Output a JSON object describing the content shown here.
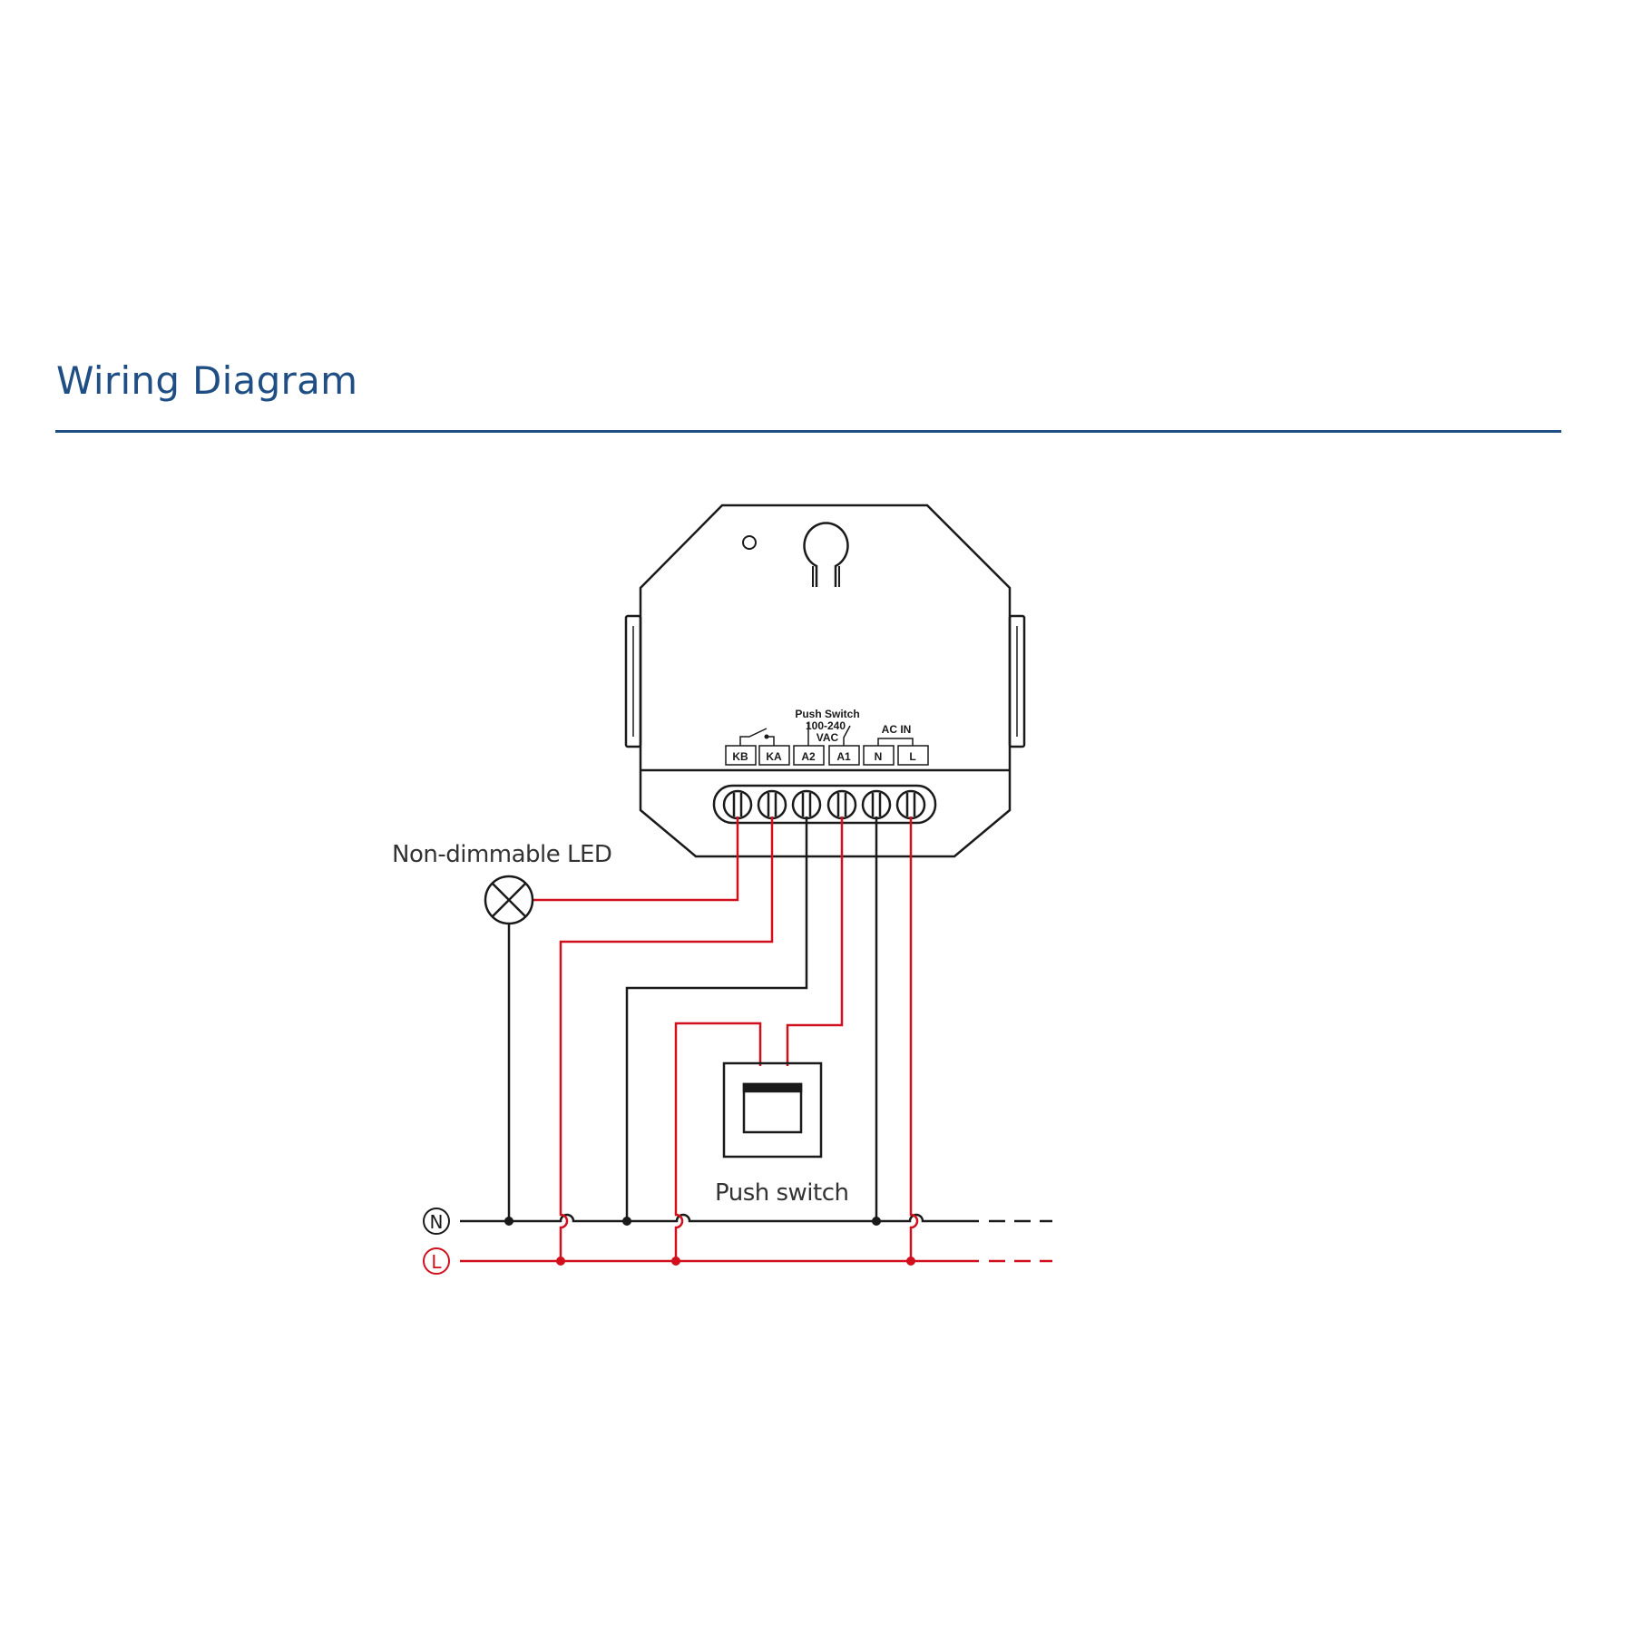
{
  "header": {
    "title": "Wiring Diagram"
  },
  "colors": {
    "title": "#1f4e84",
    "live_wire": "#d0101c",
    "neutral_wire": "#1a1a1a",
    "device_outline": "#1a1a1a"
  },
  "device": {
    "terminals": [
      "KB",
      "KA",
      "A2",
      "A1",
      "N",
      "L"
    ],
    "push_switch_label": "Push Switch",
    "voltage_label": "100-240",
    "vac_label": "VAC",
    "ac_in_label": "AC IN"
  },
  "labels": {
    "led": "Non-dimmable LED",
    "push_switch": "Push switch",
    "neutral": "N",
    "live": "L"
  }
}
